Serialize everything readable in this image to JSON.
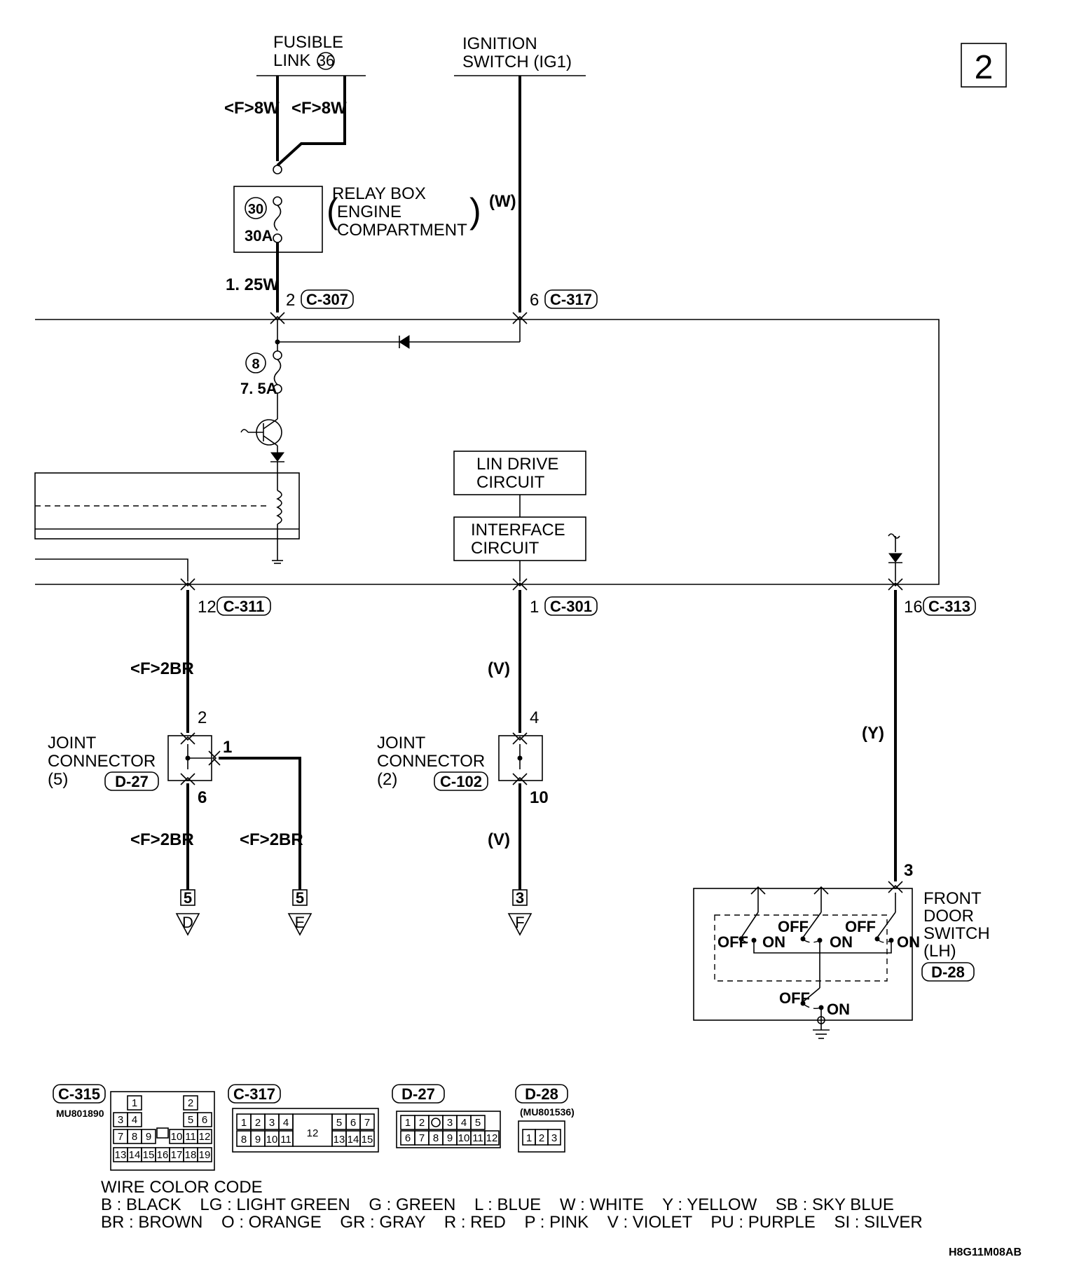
{
  "page_number": "2",
  "fusible_link": {
    "line1": "FUSIBLE",
    "line2": "LINK",
    "num": "36",
    "wire_left": "<F>8W",
    "wire_right": "<F>8W"
  },
  "ignition_switch": {
    "line1": "IGNITION",
    "line2": "SWITCH (IG1)",
    "wire": "(W)"
  },
  "relay_box": {
    "line1": "RELAY BOX",
    "line2": "ENGINE",
    "line3": "COMPARTMENT",
    "fuse_num": "30",
    "fuse_rating": "30A",
    "wire_out": "1. 25W"
  },
  "etacs_connections": {
    "c307": {
      "pin": "2",
      "conn": "C-307"
    },
    "c317": {
      "pin": "6",
      "conn": "C-317"
    },
    "fuse8": {
      "num": "8",
      "rating": "7. 5A"
    },
    "c311": {
      "pin": "12",
      "conn": "C-311"
    },
    "c301": {
      "pin": "1",
      "conn": "C-301"
    },
    "c313": {
      "pin": "16",
      "conn": "C-313"
    }
  },
  "lin_drive": {
    "line1": "LIN DRIVE",
    "line2": "CIRCUIT"
  },
  "interface": {
    "line1": "INTERFACE",
    "line2": "CIRCUIT"
  },
  "joint5": {
    "line1": "JOINT",
    "line2": "CONNECTOR",
    "line3": "(5)",
    "conn": "D-27",
    "pin_in": "2",
    "pin_branch": "1",
    "pin_out": "6",
    "wire_in": "<F>2BR",
    "wire_out_left": "<F>2BR",
    "wire_out_right": "<F>2BR"
  },
  "joint2": {
    "line1": "JOINT",
    "line2": "CONNECTOR",
    "line3": "(2)",
    "conn": "C-102",
    "pin_in": "4",
    "pin_out": "10",
    "wire_in": "(V)",
    "wire_out": "(V)"
  },
  "door_wire": "(Y)",
  "front_door_switch": {
    "line1": "FRONT",
    "line2": "DOOR",
    "line3": "SWITCH",
    "line4": "(LH)",
    "conn": "D-28",
    "pin": "3",
    "off": "OFF",
    "on": "ON"
  },
  "offpage": [
    {
      "num": "5",
      "letter": "D"
    },
    {
      "num": "5",
      "letter": "E"
    },
    {
      "num": "3",
      "letter": "F"
    }
  ],
  "connector_views": {
    "c315": {
      "id": "C-315",
      "part": "MU801890",
      "row1": [
        "1",
        "2"
      ],
      "row2": [
        "3",
        "4",
        "5",
        "6"
      ],
      "row3": [
        "7",
        "8",
        "9",
        "10",
        "11",
        "12"
      ],
      "row4": [
        "13",
        "14",
        "15",
        "16",
        "17",
        "18",
        "19"
      ]
    },
    "c317": {
      "id": "C-317",
      "row1a": [
        "1",
        "2",
        "3",
        "4"
      ],
      "row1b": [
        "5",
        "6",
        "7"
      ],
      "row2a": [
        "8",
        "9",
        "10",
        "11"
      ],
      "mid": "12",
      "row2b": [
        "13",
        "14",
        "15"
      ]
    },
    "d27": {
      "id": "D-27",
      "row1": [
        "1",
        "2",
        "",
        "3",
        "4",
        "5"
      ],
      "row2": [
        "6",
        "7",
        "8",
        "9",
        "10",
        "11",
        "12"
      ]
    },
    "d28": {
      "id": "D-28",
      "part": "(MU801536)",
      "pins": [
        "1",
        "2",
        "3"
      ]
    }
  },
  "wire_color_code": {
    "title": "WIRE COLOR CODE",
    "row1": "B : BLACK    LG : LIGHT GREEN    G : GREEN    L : BLUE    W : WHITE    Y : YELLOW    SB : SKY BLUE",
    "row2": "BR : BROWN    O : ORANGE    GR : GRAY    R : RED    P : PINK    V : VIOLET    PU : PURPLE    SI : SILVER"
  },
  "figure_code": "H8G11M08AB"
}
